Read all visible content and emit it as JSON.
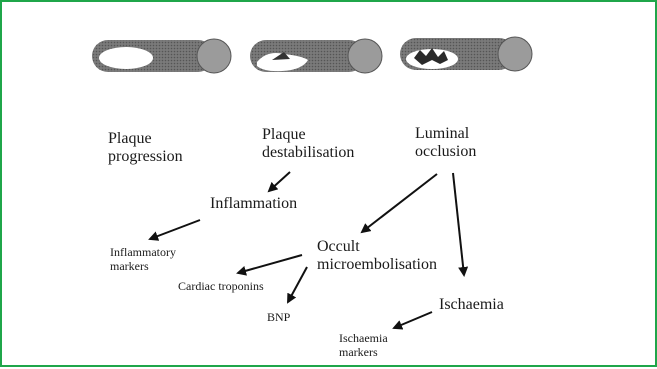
{
  "diagram": {
    "labels": {
      "plaque_progression": "Plaque\nprogression",
      "plaque_destabilisation": "Plaque\ndestabilisation",
      "luminal_occlusion": "Luminal\nocclusion",
      "inflammation": "Inflammation",
      "inflammatory_markers": "Inflammatory\nmarkers",
      "occult_microembolisation": "Occult\nmicroembolisation",
      "cardiac_troponins": "Cardiac troponins",
      "bnp": "BNP",
      "ischaemia": "Ischaemia",
      "ischaemia_markers": "Ischaemia\nmarkers"
    },
    "colors": {
      "frame": "#1fa64a",
      "vessel": "#6f6f6f",
      "vessel_end": "#9b9b9b",
      "text": "#1a1a1a"
    }
  }
}
